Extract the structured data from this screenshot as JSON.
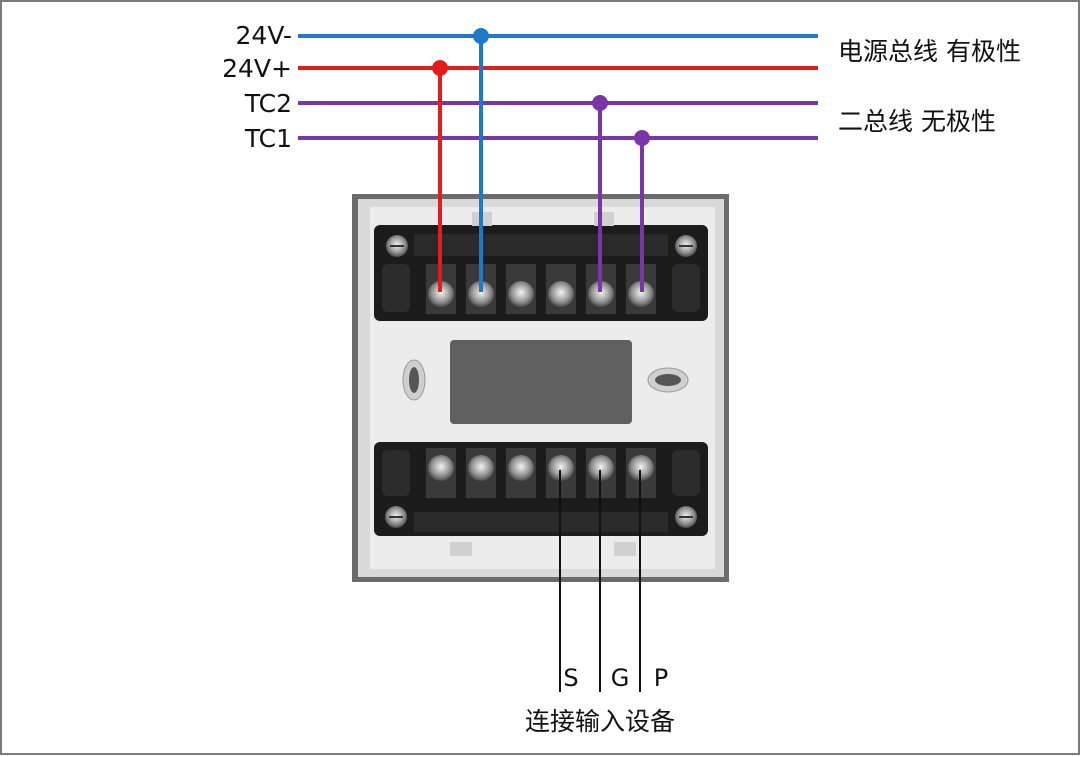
{
  "wires": {
    "v24_minus": {
      "label": "24V-",
      "color": "#1f78c8"
    },
    "v24_plus": {
      "label": "24V+",
      "color": "#e31c1c"
    },
    "tc2": {
      "label": "TC2",
      "color": "#7a35a8"
    },
    "tc1": {
      "label": "TC1",
      "color": "#7a35a8"
    }
  },
  "annotations": {
    "power_bus": "电源总线 有极性",
    "two_bus": "二总线 无极性"
  },
  "outputs": {
    "s": "S",
    "g": "G",
    "p": "P",
    "caption": "连接输入设备"
  },
  "colors": {
    "module_frame": "#6b6b6b",
    "module_face": "#e9e9e9",
    "terminal_block": "#1c1c1c",
    "window": "#5f5f5f"
  }
}
